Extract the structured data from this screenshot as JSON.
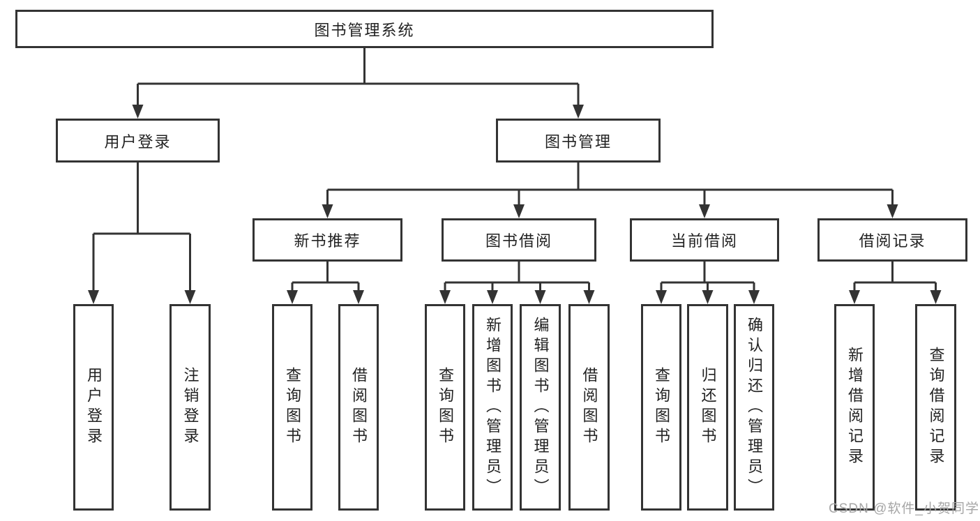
{
  "diagram": {
    "type": "hierarchy-tree",
    "colors": {
      "line": "#333333",
      "box_border": "#333333",
      "box_background": "#ffffff",
      "text": "#222222",
      "watermark": "#a6a6a6"
    },
    "tree": {
      "root": {
        "label": "图书管理系统",
        "children": [
          {
            "label": "用户登录",
            "children": [
              {
                "label": "用户登录"
              },
              {
                "label": "注销登录"
              }
            ]
          },
          {
            "label": "图书管理",
            "children": [
              {
                "label": "新书推荐",
                "children": [
                  {
                    "label": "查询图书"
                  },
                  {
                    "label": "借阅图书"
                  }
                ]
              },
              {
                "label": "图书借阅",
                "children": [
                  {
                    "label": "查询图书"
                  },
                  {
                    "label": "新增图书（管理员）"
                  },
                  {
                    "label": "编辑图书（管理员）"
                  },
                  {
                    "label": "借阅图书"
                  }
                ]
              },
              {
                "label": "当前借阅",
                "children": [
                  {
                    "label": "查询图书"
                  },
                  {
                    "label": "归还图书"
                  },
                  {
                    "label": "确认归还（管理员）"
                  }
                ]
              },
              {
                "label": "借阅记录",
                "children": [
                  {
                    "label": "新增借阅记录"
                  },
                  {
                    "label": "查询借阅记录"
                  }
                ]
              }
            ]
          }
        ]
      }
    },
    "watermark": {
      "text": "CSDN @软件_小贺同学"
    }
  }
}
